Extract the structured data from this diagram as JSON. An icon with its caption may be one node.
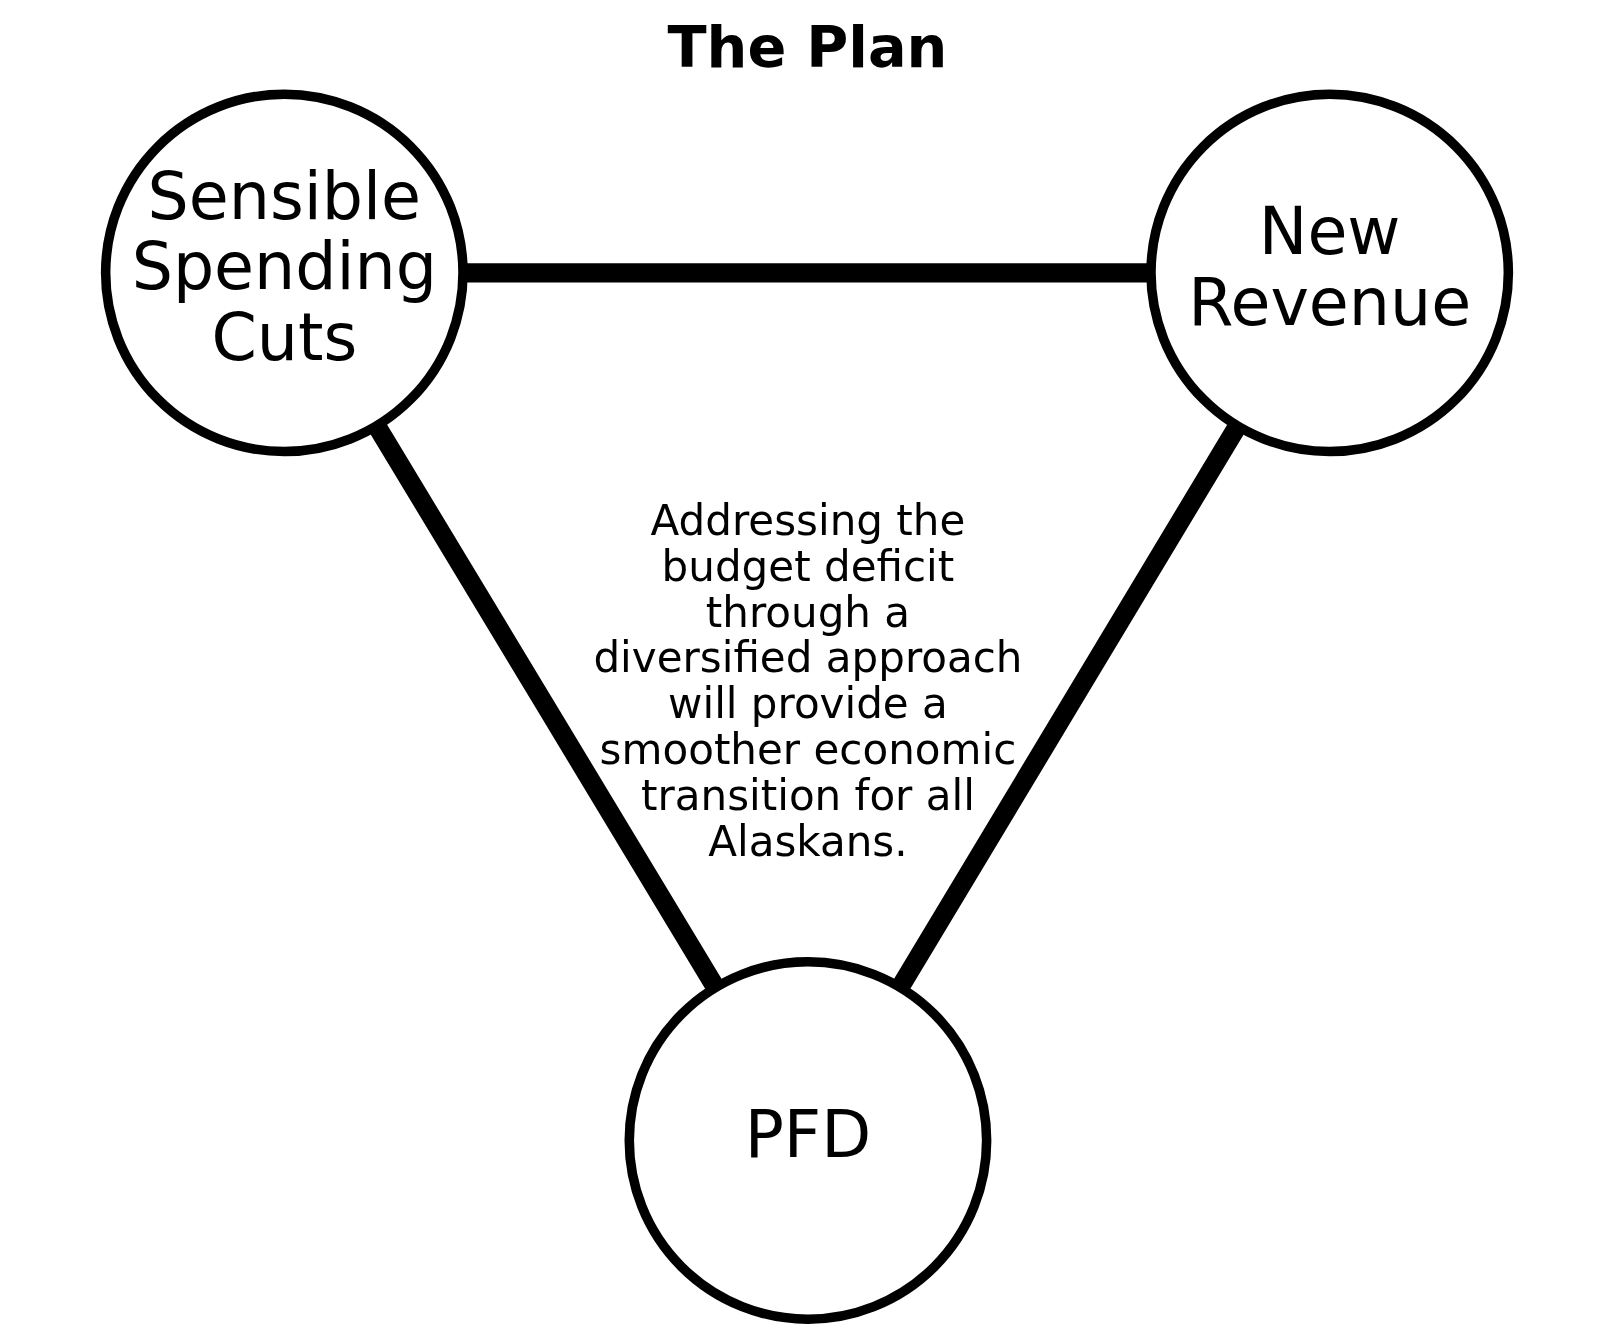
{
  "diagram": {
    "title": "The Plan",
    "nodes": [
      {
        "text": [
          "Sensible Spending Cuts"
        ]
      },
      {
        "text": [
          "New Revenue"
        ]
      },
      {
        "text": [
          "PFD"
        ]
      }
    ],
    "edges": [
      {
        "from": 0,
        "to": 1,
        "arrow": "none"
      },
      {
        "from": 0,
        "to": 2,
        "arrow": "none"
      },
      {
        "from": 1,
        "to": 2,
        "arrow": "none"
      }
    ],
    "labels": [
      "Addressing the budget deficit through a diversified approach will provide a smoother economic transition for all Alaskans."
    ]
  }
}
